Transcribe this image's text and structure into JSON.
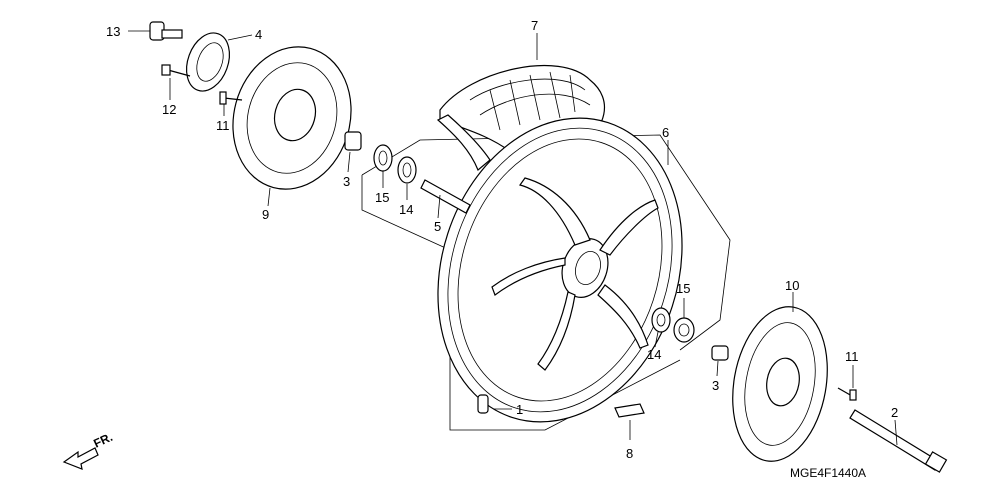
{
  "labels": {
    "n1": "1",
    "n2": "2",
    "n3a": "3",
    "n3b": "3",
    "n4": "4",
    "n5": "5",
    "n6": "6",
    "n7": "7",
    "n8": "8",
    "n9": "9",
    "n10": "10",
    "n11a": "11",
    "n11b": "11",
    "n12": "12",
    "n13": "13",
    "n14a": "14",
    "n14b": "14",
    "n15a": "15",
    "n15b": "15"
  },
  "diagram_code": "MGE4F1440A",
  "direction_label": "FR."
}
